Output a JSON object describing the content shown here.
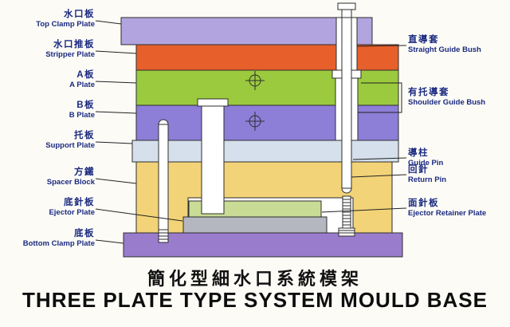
{
  "title": {
    "chinese": "簡化型細水口系統模架",
    "english": "THREE PLATE TYPE SYSTEM MOULD BASE"
  },
  "left_labels": [
    {
      "cn": "水口板",
      "en": "Top Clamp Plate"
    },
    {
      "cn": "水口推板",
      "en": "Stripper Plate"
    },
    {
      "cn": "A板",
      "en": "A Plate"
    },
    {
      "cn": "B板",
      "en": "B Plate"
    },
    {
      "cn": "托板",
      "en": "Support Plate"
    },
    {
      "cn": "方鐵",
      "en": "Spacer Block"
    },
    {
      "cn": "底針板",
      "en": "Ejector Plate"
    },
    {
      "cn": "底板",
      "en": "Bottom Clamp Plate"
    }
  ],
  "right_labels": [
    {
      "cn": "直導套",
      "en": "Straight Guide Bush"
    },
    {
      "cn": "有托導套",
      "en": "Shoulder Guide Bush"
    },
    {
      "cn": "導柱",
      "en": "Guide Pin"
    },
    {
      "cn": "回針",
      "en": "Return Pin"
    },
    {
      "cn": "面針板",
      "en": "Ejector Retainer Plate"
    }
  ],
  "colors": {
    "top_clamp_plate": "#b2a4df",
    "stripper_plate": "#e75f2b",
    "a_plate": "#9bca3e",
    "b_plate": "#8d7ed8",
    "support_plate": "#d5e0ec",
    "spacer_block": "#f2d377",
    "ejector_retainer_plate": "#c9dc96",
    "ejector_plate": "#b4b7bf",
    "bottom_clamp_plate": "#9a7ccd",
    "label_text": "#1b2a80",
    "title_text": "#111111",
    "outline": "#2e2e2e"
  }
}
